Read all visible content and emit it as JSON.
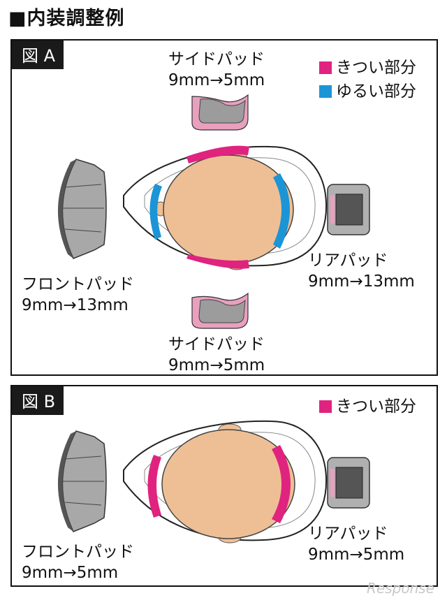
{
  "title": "■内装調整例",
  "colors": {
    "tight": "#e0237f",
    "loose": "#1b95d6",
    "head": "#eebf95",
    "pad": "#9c9c9c"
  },
  "panel_a": {
    "tag": "図 A",
    "legend": [
      {
        "color": "#e0237f",
        "label": "きつい部分"
      },
      {
        "color": "#1b95d6",
        "label": "ゆるい部分"
      }
    ],
    "side_pad_top": {
      "name": "サイドパッド",
      "value": "9mm→5mm"
    },
    "side_pad_bottom": {
      "name": "サイドパッド",
      "value": "9mm→5mm"
    },
    "rear_pad": {
      "name": "リアパッド",
      "value": "9mm→13mm"
    },
    "front_pad": {
      "name": "フロントパッド",
      "value": "9mm→13mm"
    }
  },
  "panel_b": {
    "tag": "図 B",
    "legend": [
      {
        "color": "#e0237f",
        "label": "きつい部分"
      }
    ],
    "rear_pad": {
      "name": "リアパッド",
      "value": "9mm→5mm"
    },
    "front_pad": {
      "name": "フロントパッド",
      "value": "9mm→5mm"
    }
  },
  "watermark": "Response"
}
